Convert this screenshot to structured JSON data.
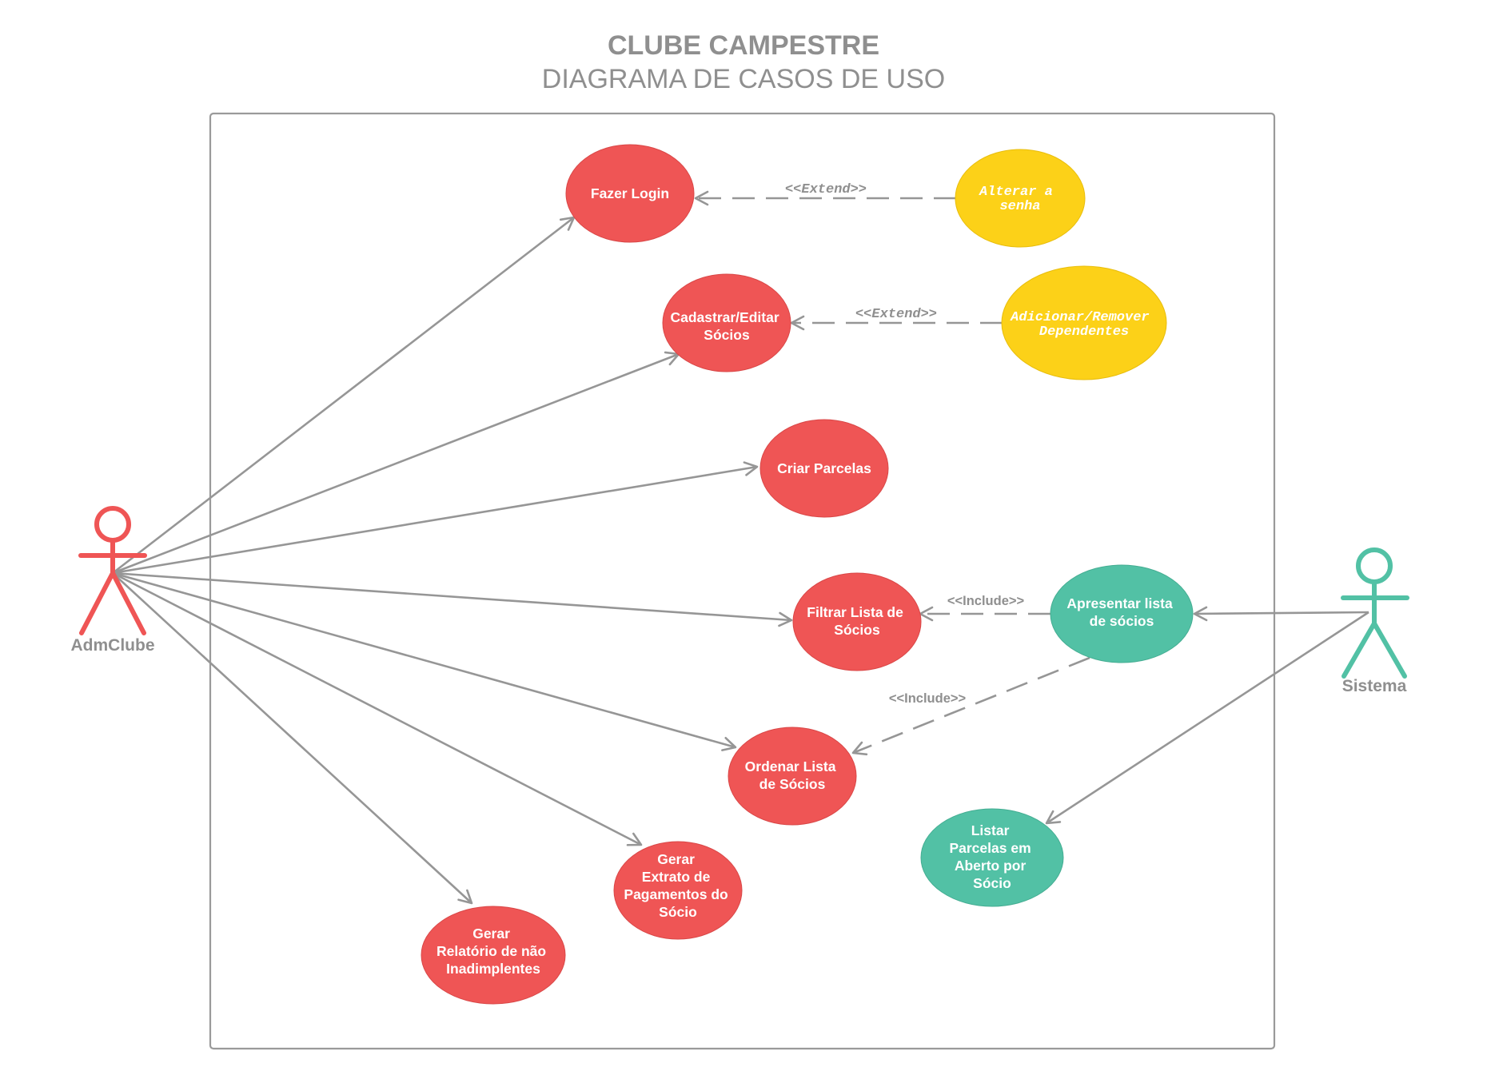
{
  "title": "CLUBE CAMPESTRE",
  "subtitle": "DIAGRAMA DE CASOS DE USO",
  "colors": {
    "actor_admin": "#ef5555",
    "actor_system": "#52c1a5",
    "usecase_red": "#ef5555",
    "usecase_yellow": "#fcd118",
    "usecase_teal": "#52c1a5",
    "connector": "#969696",
    "label_gray": "#8f8f8f",
    "boundary": "#9a9a9a"
  },
  "actors": {
    "admin": {
      "name": "AdmClube",
      "icon": "stick-figure-icon"
    },
    "system": {
      "name": "Sistema",
      "icon": "stick-figure-icon"
    }
  },
  "use_cases": {
    "fazer_login": {
      "lines": [
        "Fazer Login"
      ]
    },
    "alterar_senha": {
      "lines": [
        "Alterar a",
        "senha"
      ]
    },
    "cadastrar_socios": {
      "lines": [
        "Cadastrar/Editar",
        "Sócios"
      ]
    },
    "adicionar_dependentes": {
      "lines": [
        "Adicionar/Remover",
        "Dependentes"
      ]
    },
    "criar_parcelas": {
      "lines": [
        "Criar Parcelas"
      ]
    },
    "filtrar_lista": {
      "lines": [
        "Filtrar Lista de",
        "Sócios"
      ]
    },
    "apresentar_lista": {
      "lines": [
        "Apresentar lista",
        "de sócios"
      ]
    },
    "ordenar_lista": {
      "lines": [
        "Ordenar Lista",
        "de Sócios"
      ]
    },
    "listar_parcelas": {
      "lines": [
        "Listar",
        "Parcelas em",
        "Aberto por",
        "Sócio"
      ]
    },
    "gerar_extrato": {
      "lines": [
        "Gerar",
        "Extrato de",
        "Pagamentos do",
        "Sócio"
      ]
    },
    "gerar_relatorio": {
      "lines": [
        "Gerar",
        "Relatório de não",
        "Inadimplentes"
      ]
    }
  },
  "relations": {
    "extend_login": "<<Extend>>",
    "extend_dependentes": "<<Extend>>",
    "include_filtrar": "<<Include>>",
    "include_ordenar": "<<Include>>"
  }
}
